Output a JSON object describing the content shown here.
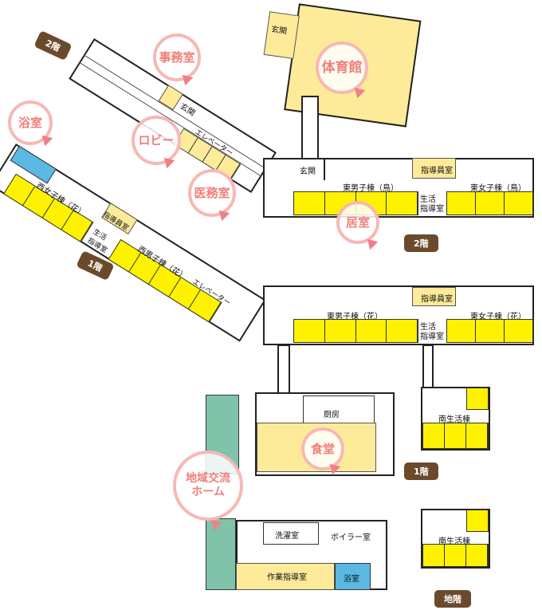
{
  "floors": {
    "f2": "2階",
    "f1": "1階",
    "b1": "地階"
  },
  "rooms": {
    "genkan": "玄関",
    "elevator": "エレベーター",
    "west_girls": "西女子棟（花）",
    "west_boys": "西男子棟（花）",
    "shidouin": "指導員室",
    "seikatsu": "生活\n指導室",
    "seikatsu_1": "生活",
    "seikatsu_2": "指導室",
    "east_boys_2f": "東男子棟（鳥）",
    "east_girls_2f": "東女子棟（鳥）",
    "east_boys_1f": "東男子棟（花）",
    "east_girls_1f": "東女子棟（花）",
    "kitchen": "厨房",
    "south": "南生活棟",
    "laundry": "洗濯室",
    "boiler": "ボイラー室",
    "work": "作業指導室",
    "bath": "浴室"
  },
  "callouts": {
    "office": "事務室",
    "gym": "体育館",
    "bath": "浴室",
    "lobby": "ロビー",
    "medical": "医務室",
    "living": "居室",
    "dining": "食堂",
    "community": "地域交流ホーム"
  },
  "colors": {
    "room": "#fff200",
    "accent": "#f07f7a",
    "badge": "#6b4a2b"
  }
}
